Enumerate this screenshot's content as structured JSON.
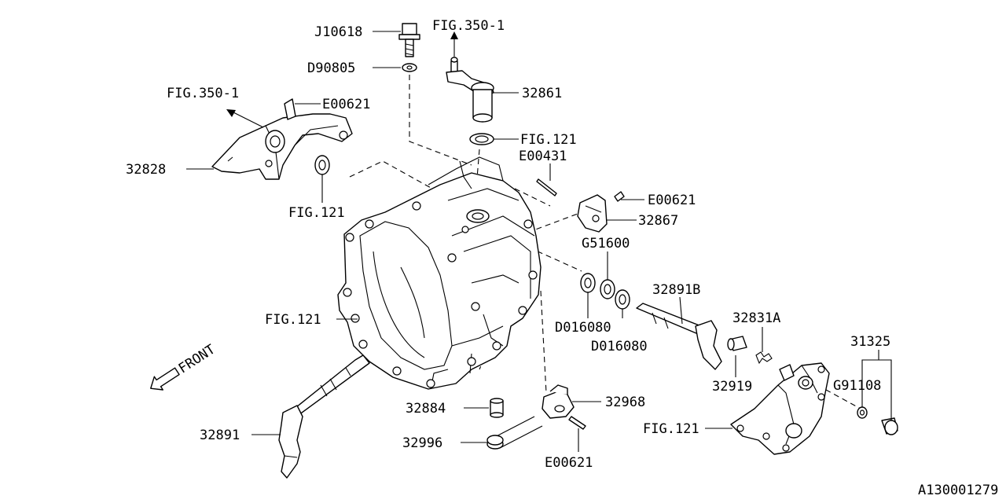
{
  "labels": {
    "j10618": "J10618",
    "d90805": "D90805",
    "fig350_top": "FIG.350-1",
    "fig350_left": "FIG.350-1",
    "e00621_top": "E00621",
    "n32861": "32861",
    "fig121_top": "FIG.121",
    "e00431": "E00431",
    "n32828": "32828",
    "fig121_left": "FIG.121",
    "e00621_right": "E00621",
    "n32867": "32867",
    "g51600": "G51600",
    "n32891b": "32891B",
    "fig121_case": "FIG.121",
    "d016080_a": "D016080",
    "d016080_b": "D016080",
    "n32831a": "32831A",
    "n31325": "31325",
    "n32919": "32919",
    "g91108": "G91108",
    "n32884": "32884",
    "n32968": "32968",
    "n32891": "32891",
    "n32996": "32996",
    "fig121_cover": "FIG.121",
    "e00621_bottom": "E00621",
    "front": "FRONT",
    "diagram_code": "A130001279"
  }
}
